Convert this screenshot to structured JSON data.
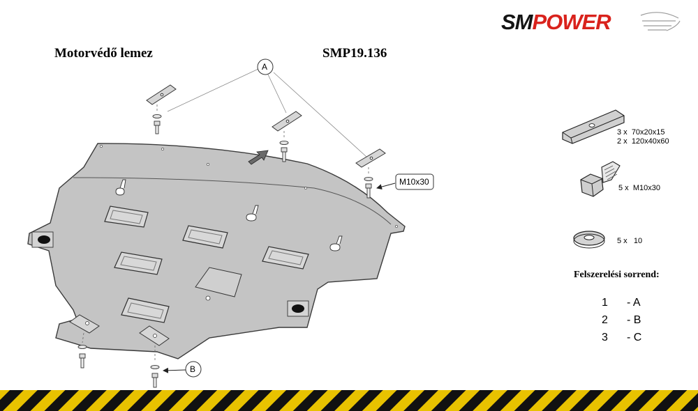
{
  "header": {
    "title": "Motorvédő lemez",
    "part_number": "SMP19.136",
    "brand_sm": "SM",
    "brand_power": "POWER"
  },
  "labels": {
    "callout_a": "A",
    "callout_b": "B",
    "bolt_callout": "M10x30"
  },
  "parts": [
    {
      "qty": "3 x",
      "size": "70x20x15",
      "icon": "bracket-plate-icon"
    },
    {
      "qty": "2 x",
      "size": "120x40x60",
      "icon": "bracket-plate-icon"
    },
    {
      "qty": "5 x",
      "size": "M10x30",
      "icon": "bolt-icon"
    },
    {
      "qty": "5 x",
      "size": "10",
      "icon": "washer-icon"
    }
  ],
  "sequence": {
    "title": "Felszerelési sorrend:",
    "steps": [
      {
        "num": "1",
        "label": "- A"
      },
      {
        "num": "2",
        "label": "- B"
      },
      {
        "num": "3",
        "label": "- C"
      }
    ]
  },
  "colors": {
    "plate_fill": "#c4c4c4",
    "outline": "#3a3a3a",
    "brand_red": "#d9221c",
    "hazard_yellow": "#e8c200",
    "hazard_black": "#111111"
  }
}
